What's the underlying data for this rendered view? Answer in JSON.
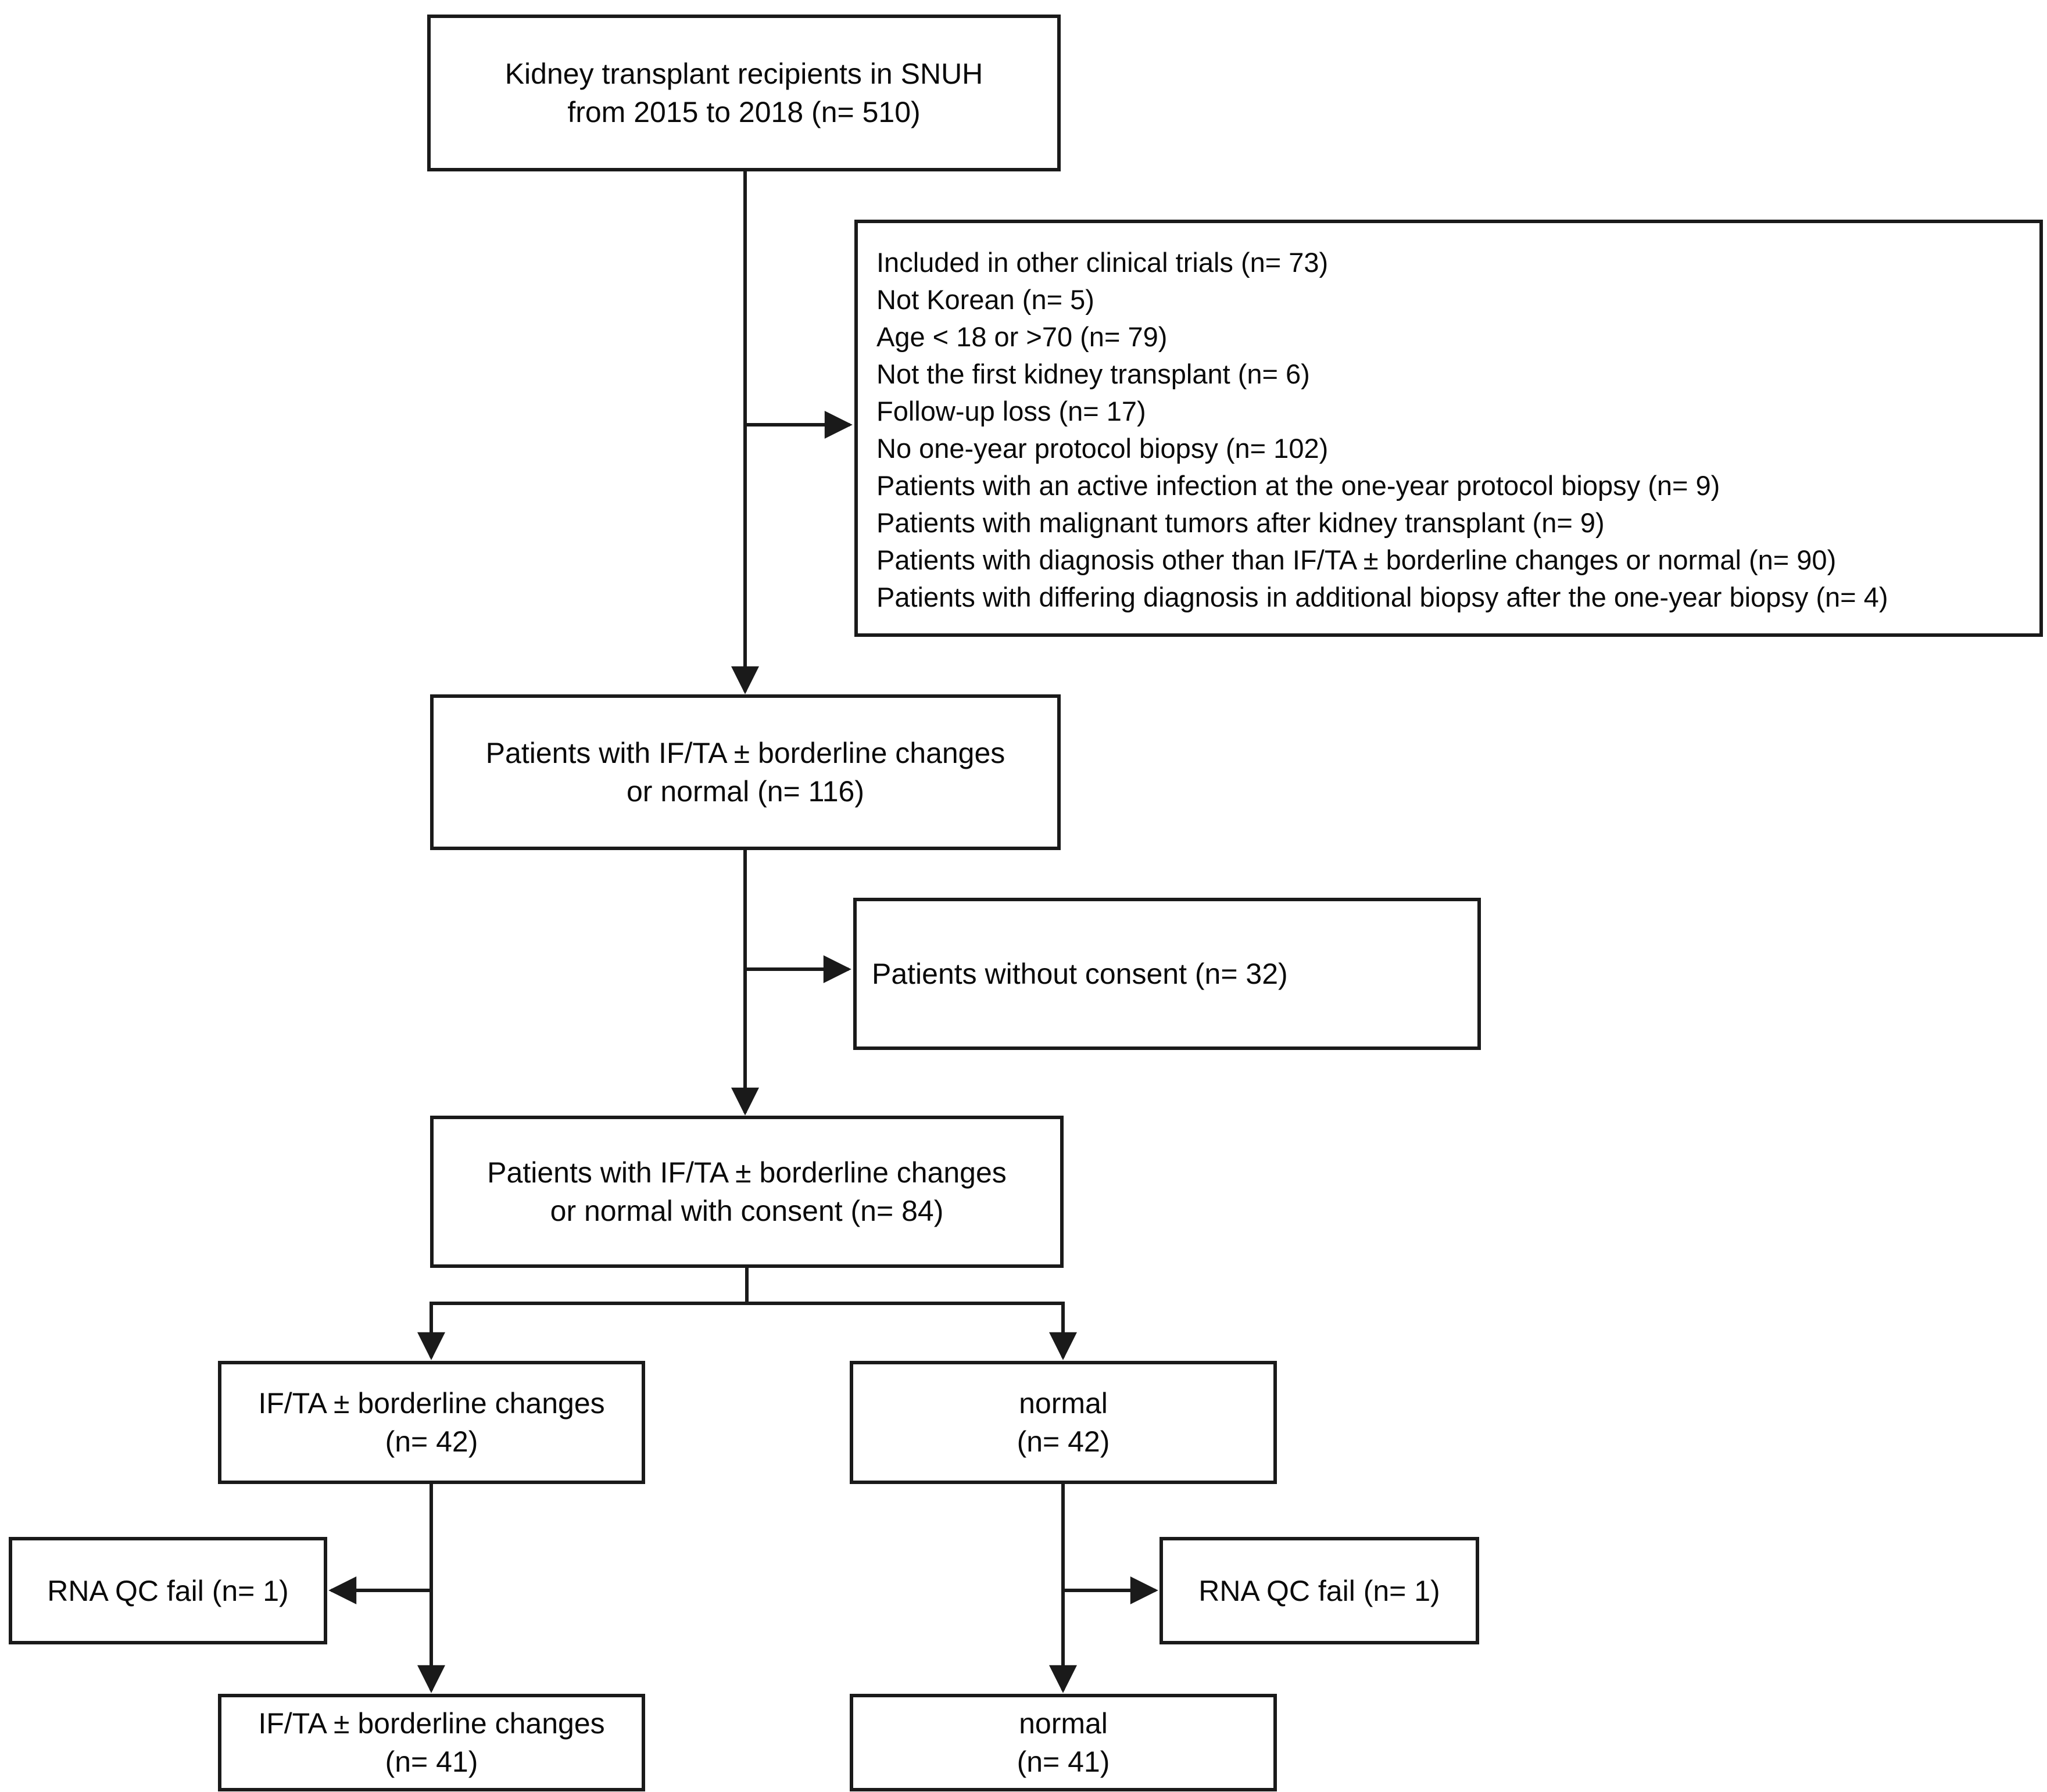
{
  "diagram": {
    "title": "Kidney transplant recipient selection flowchart",
    "colors": {
      "background": "#ffffff",
      "text": "#0a0a0a",
      "border": "#1a1a1a",
      "line": "#1a1a1a"
    },
    "boxes": {
      "top": {
        "line1": "Kidney transplant recipients in SNUH",
        "line2": "from 2015 to 2018 (n= 510)"
      },
      "exclusions": {
        "lines": [
          "Included in other clinical trials (n= 73)",
          "Not Korean (n= 5)",
          "Age < 18 or >70 (n= 79)",
          "Not the first kidney transplant (n= 6)",
          "Follow-up loss (n= 17)",
          "No one-year protocol biopsy (n= 102)",
          "Patients with an active infection at the one-year protocol biopsy (n= 9)",
          "Patients with malignant tumors after kidney transplant (n= 9)",
          "Patients with diagnosis other than IF/TA ± borderline changes or normal (n= 90)",
          "Patients with differing diagnosis in additional biopsy after the one-year biopsy (n= 4)"
        ]
      },
      "iftaOrNormal": {
        "line1": "Patients with IF/TA ± borderline changes",
        "line2": "or normal (n= 116)"
      },
      "withoutConsent": {
        "line1": "Patients without consent (n= 32)"
      },
      "withConsent": {
        "line1": "Patients with IF/TA ± borderline changes",
        "line2": "or normal with consent (n= 84)"
      },
      "iftaBranch": {
        "line1": "IF/TA ± borderline changes",
        "line2": "(n= 42)"
      },
      "normalBranch": {
        "line1": "normal",
        "line2": "(n= 42)"
      },
      "rnaFailLeft": {
        "line1": "RNA QC fail (n= 1)"
      },
      "rnaFailRight": {
        "line1": "RNA QC fail (n= 1)"
      },
      "iftaFinal": {
        "line1": "IF/TA ± borderline changes",
        "line2": "(n= 41)"
      },
      "normalFinal": {
        "line1": "normal",
        "line2": "(n= 41)"
      }
    }
  }
}
